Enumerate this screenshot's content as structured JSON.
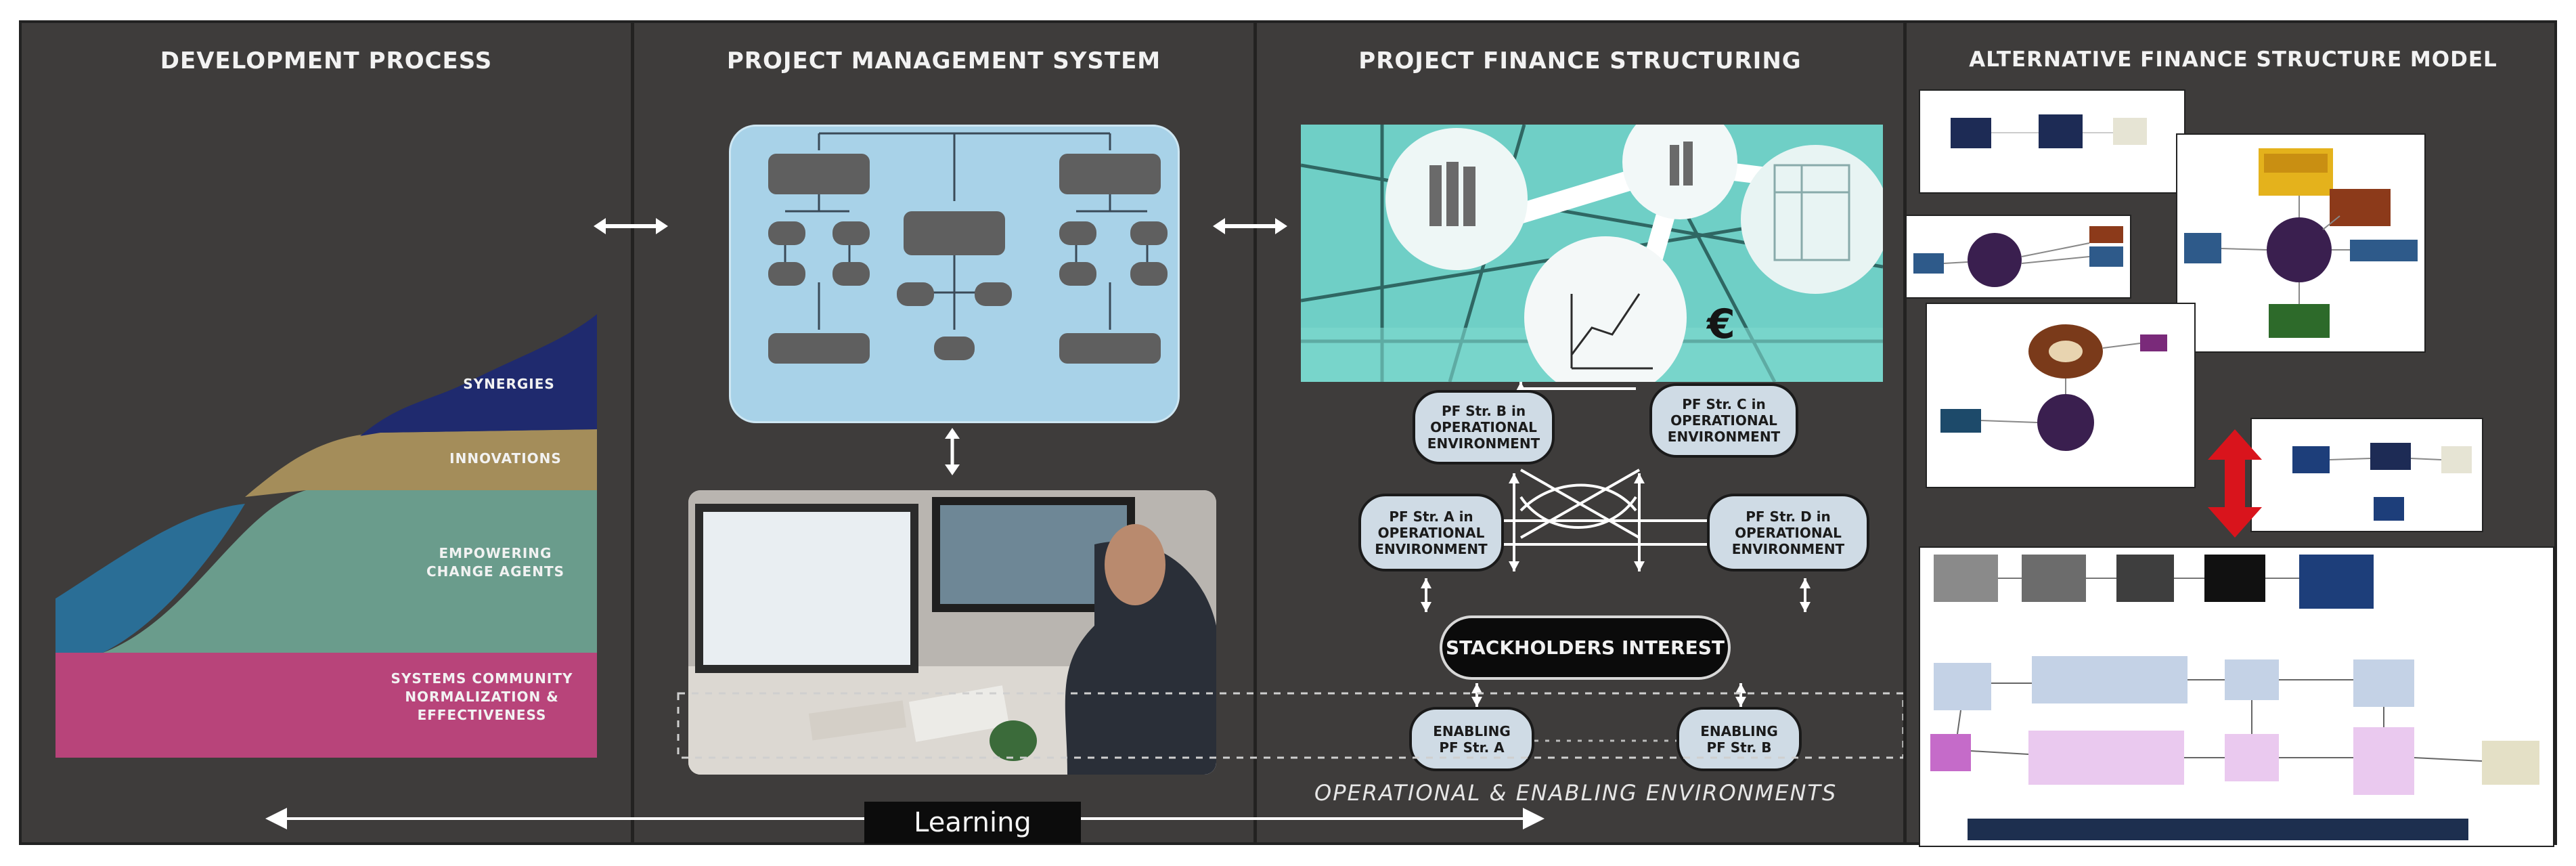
{
  "panels": {
    "development": {
      "title": "DEVELOPMENT PROCESS",
      "bands": [
        {
          "label": "SYNERGIES",
          "color": "#1f2a6e"
        },
        {
          "label": "INNOVATIONS",
          "color": "#a48d5a"
        },
        {
          "label": "EMPOWERING\nCHANGE AGENTS",
          "color": "#6a9c8c"
        },
        {
          "label": "SYSTEMS COMMUNITY\nNORMALIZATION &\nEFFECTIVENESS",
          "color": "#b8447a"
        }
      ],
      "early_band_color": "#2a6e96"
    },
    "project_management": {
      "title": "PROJECT  MANAGEMENT  SYSTEM",
      "chart_bg": "#a8d2e8"
    },
    "finance": {
      "title": "PROJECT FINANCE STRUCTURING",
      "nodes": {
        "b": "PF Str. B in\nOPERATIONAL\nENVIRONMENT",
        "c": "PF Str. C in\nOPERATIONAL\nENVIRONMENT",
        "a": "PF Str. A in\nOPERATIONAL\nENVIRONMENT",
        "d": "PF Str. D in\nOPERATIONAL\nENVIRONMENT"
      },
      "center": "STACKHOLDERS INTEREST",
      "enabling_a": "ENABLING\nPF Str. A",
      "enabling_b": "ENABLING\nPF Str. B",
      "euro_symbol": "€",
      "footer": "OPERATIONAL  &  ENABLING  ENVIRONMENTS"
    },
    "alternative": {
      "title": "ALTERNATIVE FINANCE STRUCTURE MODEL"
    }
  },
  "learning_label": "Learning",
  "colors": {
    "background": "#3e3c3b",
    "accent_red": "#d9141c",
    "teal_photo": "#6fcfc6"
  }
}
